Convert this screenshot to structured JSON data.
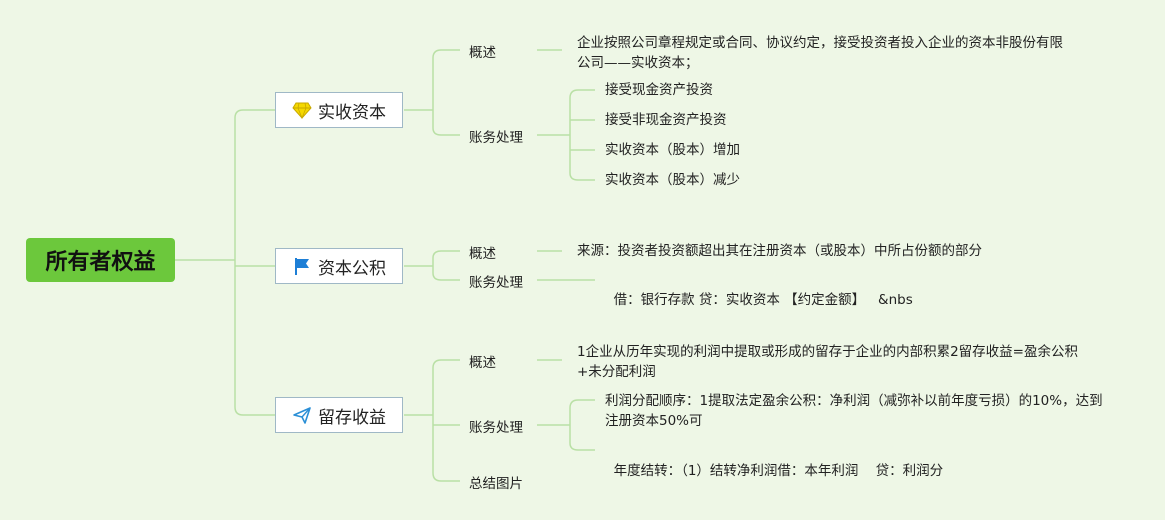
{
  "root": {
    "label": "所有者权益"
  },
  "branches": [
    {
      "label": "实收资本",
      "icon": "diamond-icon",
      "children": [
        {
          "label": "概述",
          "leaves": [
            "企业按照公司章程规定或合同、协议约定，接受投资者投入企业的资本非股份有限公司——实收资本；"
          ]
        },
        {
          "label": "账务处理",
          "leaves": [
            "接受现金资产投资",
            "接受非现金资产投资",
            "实收资本（股本）增加",
            "实收资本（股本）减少"
          ]
        }
      ]
    },
    {
      "label": "资本公积",
      "icon": "flag-icon",
      "children": [
        {
          "label": "概述",
          "leaves": [
            "来源：投资者投资额超出其在注册资本（或股本）中所占份额的部分"
          ]
        },
        {
          "label": "账务处理",
          "leaves": [
            "借：银行存款 贷：实收资本 【约定金额】   &nbs"
          ]
        }
      ]
    },
    {
      "label": "留存收益",
      "icon": "paper-plane-icon",
      "children": [
        {
          "label": "概述",
          "leaves": [
            "1企业从历年实现的利润中提取或形成的留存于企业的内部积累2留存收益=盈余公积+未分配利润"
          ]
        },
        {
          "label": "账务处理",
          "leaves": [
            "利润分配顺序：1提取法定盈余公积：净利润（减弥补以前年度亏损）的10%，达到注册资本50%可",
            "年度结转：（1）结转净利润借：本年利润    贷：利润分"
          ]
        },
        {
          "label": "总结图片",
          "leaves": []
        }
      ]
    }
  ],
  "colors": {
    "root_fill": "#6cc83c",
    "connector": "#b9e0a5",
    "background": "#eef7e6",
    "branch_border": "#9fb8c6",
    "flag": "#1e7fd6",
    "diamond": "#f5d800",
    "plane": "#2b8fd6"
  }
}
